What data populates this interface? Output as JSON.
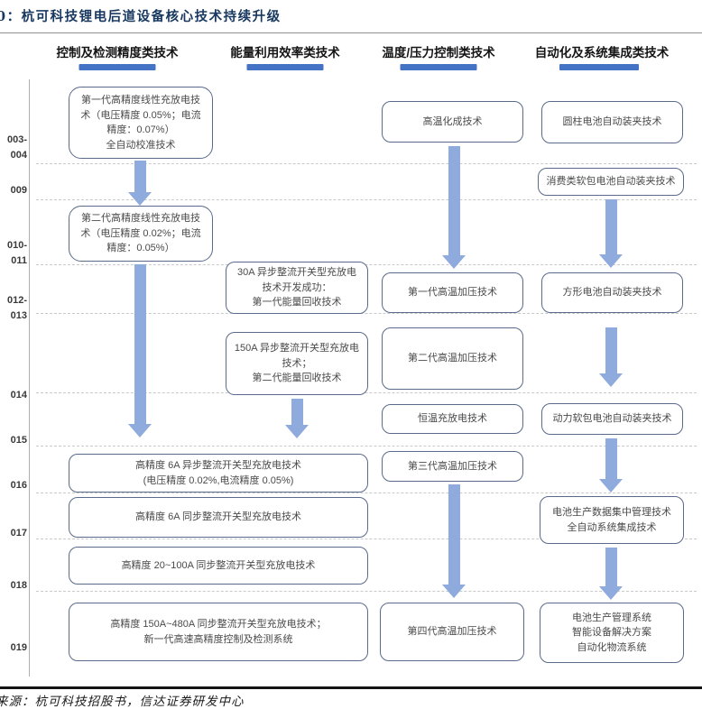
{
  "title": "0：杭可科技锂电后道设备核心技术持续升级",
  "source": "来源：杭可科技招股书，信达证券研发中心",
  "columns": [
    {
      "header": "控制及检测精度类技术"
    },
    {
      "header": "能量利用效率类技术"
    },
    {
      "header": "温度/压力控制类技术"
    },
    {
      "header": "自动化及系统集成类技术"
    }
  ],
  "timeline": {
    "years": [
      "003-\n004",
      "009",
      "010-\n011",
      "012-\n013",
      "014",
      "015",
      "016",
      "017",
      "018",
      "019"
    ]
  },
  "boxes": [
    {
      "text": "第一代高精度线性充放电技\n术（电压精度 0.05%；电流\n精度：0.07%）\n全自动校准技术"
    },
    {
      "text": "第二代高精度线性充放电技\n术（电压精度 0.02%；电流\n精度：0.05%）"
    },
    {
      "text": "高精度 6A 异步整流开关型充放电技术\n(电压精度 0.02%,电流精度 0.05%)"
    },
    {
      "text": "高精度 6A 同步整流开关型充放电技术"
    },
    {
      "text": "高精度 20~100A 同步整流开关型充放电技术"
    },
    {
      "text": "高精度 150A~480A 同步整流开关型充放电技术；\n新一代高速高精度控制及检测系统"
    },
    {
      "text": "30A 异步整流开关型充放电\n技术开发成功：\n第一代能量回收技术"
    },
    {
      "text": "150A 异步整流开关型充放电\n技术；\n第二代能量回收技术"
    },
    {
      "text": "高温化成技术"
    },
    {
      "text": "第一代高温加压技术"
    },
    {
      "text": "第二代高温加压技术"
    },
    {
      "text": "恒温充放电技术"
    },
    {
      "text": "第三代高温加压技术"
    },
    {
      "text": "第四代高温加压技术"
    },
    {
      "text": "圆柱电池自动装夹技术"
    },
    {
      "text": "消费类软包电池自动装夹技术"
    },
    {
      "text": "方形电池自动装夹技术"
    },
    {
      "text": "动力软包电池自动装夹技术"
    },
    {
      "text": "电池生产数据集中管理技术\n全自动系统集成技术"
    },
    {
      "text": "电池生产管理系统\n智能设备解决方案\n自动化物流系统"
    }
  ],
  "colors": {
    "accent_bar": "#4472c4",
    "arrow": "#8faadc",
    "box_border": "#5a6a8a",
    "title_text": "#17375e"
  }
}
